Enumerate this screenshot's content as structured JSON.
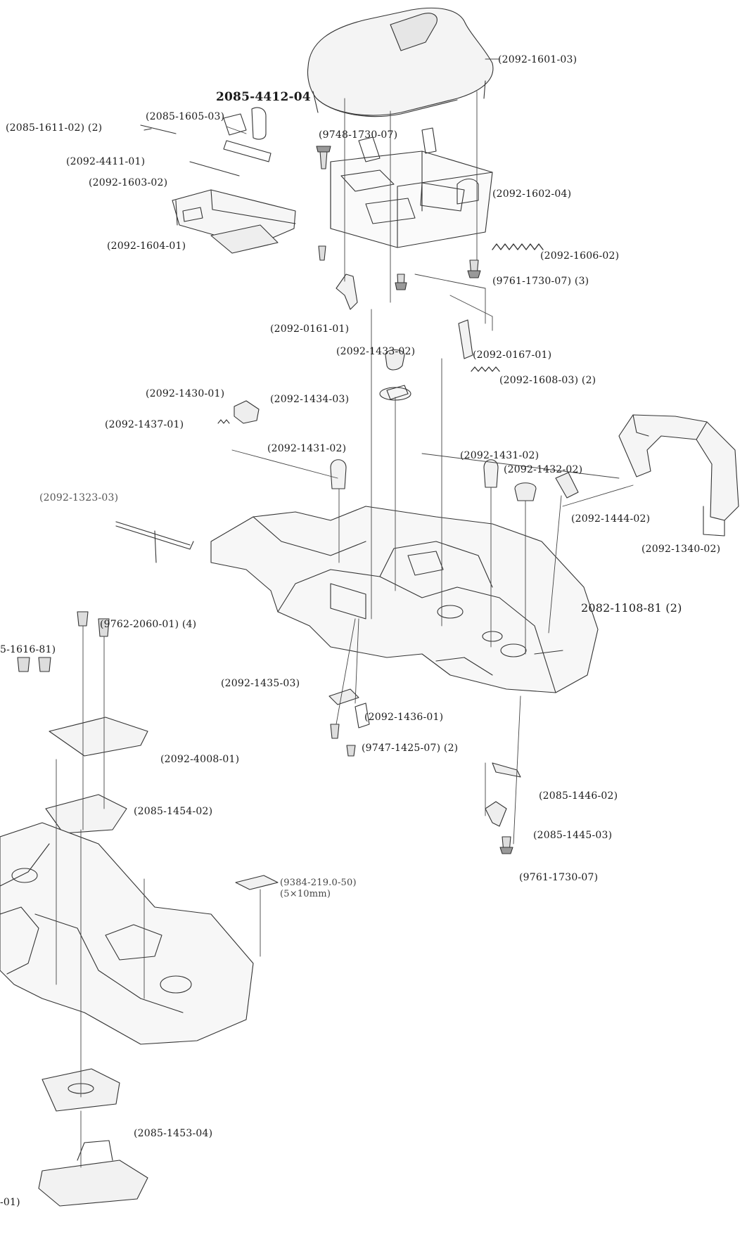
{
  "diagram": {
    "labels": [
      {
        "id": "l1601",
        "text": "(2092-1601-03)"
      },
      {
        "id": "l4412",
        "text": "2085-4412-04"
      },
      {
        "id": "l1605",
        "text": "(2085-1605-03)"
      },
      {
        "id": "l1611",
        "text": "(2085-1611-02) (2)"
      },
      {
        "id": "l1730a",
        "text": "(9748-1730-07)"
      },
      {
        "id": "l4411",
        "text": "(2092-4411-01)"
      },
      {
        "id": "l1603",
        "text": "(2092-1603-02)"
      },
      {
        "id": "l1602",
        "text": "(2092-1602-04)"
      },
      {
        "id": "l1604",
        "text": "(2092-1604-01)"
      },
      {
        "id": "l1606",
        "text": "(2092-1606-02)"
      },
      {
        "id": "l1730b",
        "text": "(9761-1730-07) (3)"
      },
      {
        "id": "l0161",
        "text": "(2092-0161-01)"
      },
      {
        "id": "l1433",
        "text": "(2092-1433-02)"
      },
      {
        "id": "l0167",
        "text": "(2092-0167-01)"
      },
      {
        "id": "l1608",
        "text": "(2092-1608-03) (2)"
      },
      {
        "id": "l1430",
        "text": "(2092-1430-01)"
      },
      {
        "id": "l1434",
        "text": "(2092-1434-03)"
      },
      {
        "id": "l1437",
        "text": "(2092-1437-01)"
      },
      {
        "id": "l1431a",
        "text": "(2092-1431-02)"
      },
      {
        "id": "l1431b",
        "text": "(2092-1431-02)"
      },
      {
        "id": "l1432",
        "text": "(2092-1432-02)"
      },
      {
        "id": "l1323",
        "text": "(2092-1323-03)"
      },
      {
        "id": "l1444",
        "text": "(2092-1444-02)"
      },
      {
        "id": "l1340",
        "text": "(2092-1340-02)"
      },
      {
        "id": "l1108",
        "text": "2082-1108-81 (2)"
      },
      {
        "id": "l2060",
        "text": "(9762-2060-01) (4)"
      },
      {
        "id": "l1616",
        "text": "5-1616-81)"
      },
      {
        "id": "l1435",
        "text": "(2092-1435-03)"
      },
      {
        "id": "l1436",
        "text": "(2092-1436-01)"
      },
      {
        "id": "l1425",
        "text": "(9747-1425-07) (2)"
      },
      {
        "id": "l4008",
        "text": "(2092-4008-01)"
      },
      {
        "id": "l1446",
        "text": "(2085-1446-02)"
      },
      {
        "id": "l1454",
        "text": "(2085-1454-02)"
      },
      {
        "id": "l1445",
        "text": "(2085-1445-03)"
      },
      {
        "id": "l1730c",
        "text": "(9761-1730-07)"
      },
      {
        "id": "l2190",
        "text": "(9384-219.0-50)"
      },
      {
        "id": "l5x10",
        "text": "(5×10mm)"
      },
      {
        "id": "l1453",
        "text": "(2085-1453-04)"
      },
      {
        "id": "l01",
        "text": "-01)"
      }
    ]
  }
}
